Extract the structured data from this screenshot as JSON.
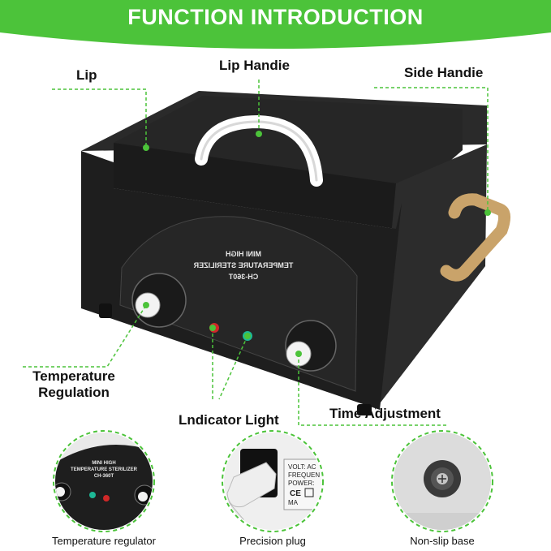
{
  "banner": {
    "title": "FUNCTION INTRODUCTION",
    "color": "#4cc33a"
  },
  "callouts": {
    "lip": "Lip",
    "lip_handle": "Lip Handie",
    "side_handle": "Side Handie",
    "temperature_line1": "Temperature",
    "temperature_line2": "Regulation",
    "indicator": "Lndicator Light",
    "time": "Time Adjustment"
  },
  "product_panel": {
    "line1": "MINI HIGH",
    "line2": "TEMPERATURE STERILIZER",
    "line3": "CH-360T"
  },
  "plug_label": {
    "line1": "VOLT: AC",
    "line2": "FREQUEN",
    "line3": "POWER:",
    "line4": "MA"
  },
  "details": [
    {
      "caption": "Temperature regulator",
      "icon": "control-panel"
    },
    {
      "caption": "Precision plug",
      "icon": "power-plug"
    },
    {
      "caption": "Non-slip base",
      "icon": "rubber-foot"
    }
  ],
  "colors": {
    "accent": "#4cc33a",
    "body": "#1f1f1f",
    "handle": "#c9a36a"
  }
}
